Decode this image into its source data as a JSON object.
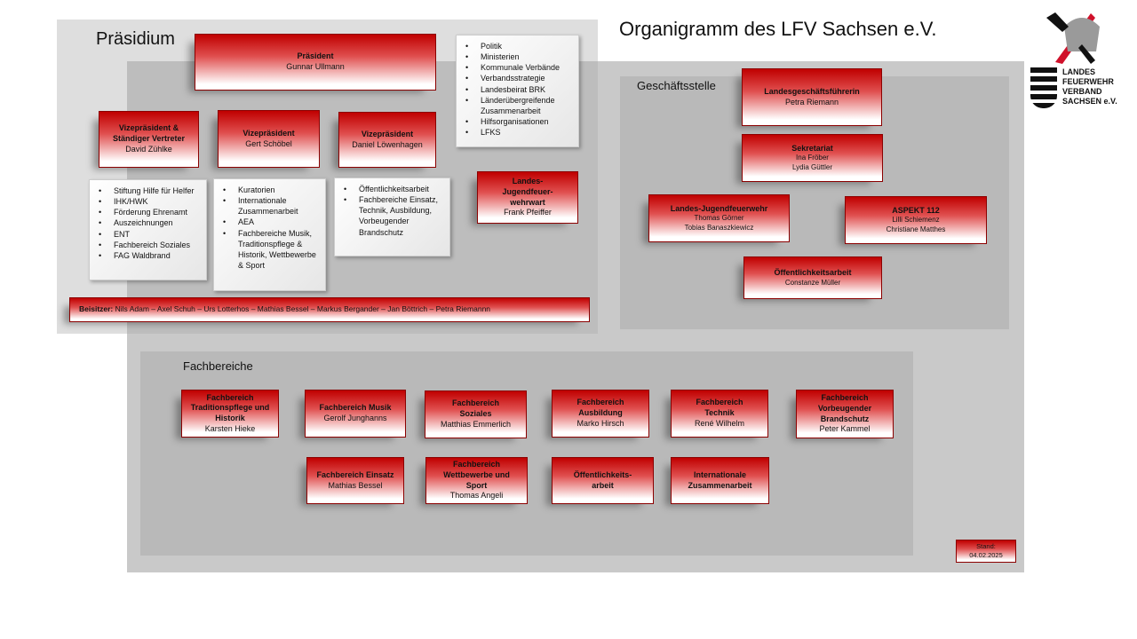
{
  "title": "Organigramm des LFV Sachsen e.V.",
  "logo": {
    "lines": [
      "LANDES",
      "FEUERWEHR",
      "VERBAND",
      "SACHSEN e.V."
    ]
  },
  "praesidium": {
    "label": "Präsidium",
    "president": {
      "role": "Präsident",
      "name": "Gunnar Ullmann"
    },
    "vps": [
      {
        "role": "Vizepräsident & Ständiger Vertreter",
        "name": "David Zühlke"
      },
      {
        "role": "Vizepräsident",
        "name": "Gert Schöbel"
      },
      {
        "role": "Vizepräsident",
        "name": "Daniel Löwenhagen"
      }
    ],
    "president_tasks": [
      "Politik",
      "Ministerien",
      "Kommunale Verbände",
      "Verbandsstrategie",
      "Landesbeirat BRK",
      "Länderübergreifende Zusammenarbeit",
      "Hilfsorganisationen",
      "LFKS"
    ],
    "vp_tasks": [
      [
        "Stiftung Hilfe für Helfer",
        "IHK/HWK",
        "Förderung Ehrenamt",
        "Auszeichnungen",
        "ENT",
        "Fachbereich Soziales",
        "FAG Waldbrand"
      ],
      [
        "Kuratorien",
        "Internationale Zusammenarbeit",
        "AEA",
        "Fachbereiche Musik, Traditionspflege & Historik, Wettbewerbe & Sport"
      ],
      [
        "Öffentlichkeitsarbeit",
        "Fachbereiche Einsatz, Technik, Ausbildung, Vorbeugender Brandschutz"
      ]
    ],
    "youth": {
      "role": "Landes-Jugendfeuer-wehrwart",
      "name": "Frank Pfeiffer"
    },
    "beisitzer_label": "Beisitzer:",
    "beisitzer": "Nils Adam – Axel Schuh – Urs Lotterhos – Mathias Bessel – Markus Bergander – Jan Böttrich – Petra Riemannn"
  },
  "geschaeftsstelle": {
    "label": "Geschäftsstelle",
    "units": [
      {
        "role": "Landesgeschäftsführerin",
        "names": [
          "Petra Riemann"
        ]
      },
      {
        "role": "Sekretariat",
        "names": [
          "Ina Fröber",
          "Lydia Güttler"
        ]
      },
      {
        "role": "Landes-Jugendfeuerwehr",
        "names": [
          "Thomas Görner",
          "Tobias Banaszkiewicz"
        ]
      },
      {
        "role": "ASPEKT 112",
        "names": [
          "Lilli Schiemenz",
          "Christiane Matthes"
        ]
      },
      {
        "role": "Öffentlichkeitsarbeit",
        "names": [
          "Constanze Müller"
        ]
      }
    ]
  },
  "fachbereiche": {
    "label": "Fachbereiche",
    "units": [
      {
        "role": "Fachbereich Traditionspflege und Historik",
        "name": "Karsten Hieke"
      },
      {
        "role": "Fachbereich Musik",
        "name": "Gerolf Junghanns"
      },
      {
        "role": "Fachbereich Soziales",
        "name": "Matthias Emmerlich"
      },
      {
        "role": "Fachbereich Ausbildung",
        "name": "Marko Hirsch"
      },
      {
        "role": "Fachbereich Technik",
        "name": "René Wilhelm"
      },
      {
        "role": "Fachbereich Vorbeugender Brandschutz",
        "name": "Peter Kammel"
      },
      {
        "role": "Fachbereich Einsatz",
        "name": "Mathias Bessel"
      },
      {
        "role": "Fachbereich Wettbewerbe und Sport",
        "name": "Thomas Angeli"
      },
      {
        "role": "Öffentlichkeits-arbeit",
        "name": ""
      },
      {
        "role": "Internationale Zusammenarbeit",
        "name": ""
      }
    ]
  },
  "stand": {
    "label": "Stand:",
    "date": "04.02.2025"
  },
  "colors": {
    "red": "#c00000",
    "panel": "#c9c9c9"
  }
}
